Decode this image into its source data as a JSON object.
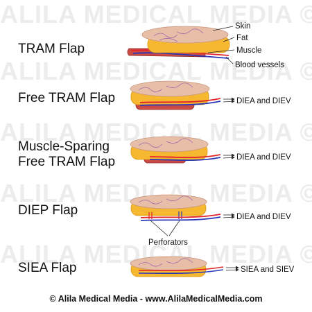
{
  "watermark": "ALILA MEDICAL MEDIA ©",
  "flaps": [
    {
      "title": "TRAM Flap"
    },
    {
      "title": "Free TRAM Flap",
      "vessel_label": "DIEA and DIEV"
    },
    {
      "title_line1": "Muscle-Sparing",
      "title_line2": "Free TRAM Flap",
      "vessel_label": "DIEA and DIEV"
    },
    {
      "title": "DIEP Flap",
      "vessel_label": "DIEA and DIEV",
      "perforators_label": "Perforators"
    },
    {
      "title": "SIEA Flap",
      "vessel_label": "SIEA and SIEV"
    }
  ],
  "layers": {
    "skin": "Skin",
    "fat": "Fat",
    "muscle": "Muscle",
    "blood_vessels": "Blood vessels"
  },
  "footer": "© Alila Medical Media - www.AlilaMedicalMedia.com",
  "colors": {
    "skin": "#e7bfa8",
    "skin_edge": "#c8957c",
    "fat": "#f6b830",
    "fat_edge": "#d89516",
    "muscle": "#cc4a44",
    "artery": "#e3232a",
    "vein": "#2a38b8",
    "subcutaneous_vessel": "#a06aa8"
  }
}
